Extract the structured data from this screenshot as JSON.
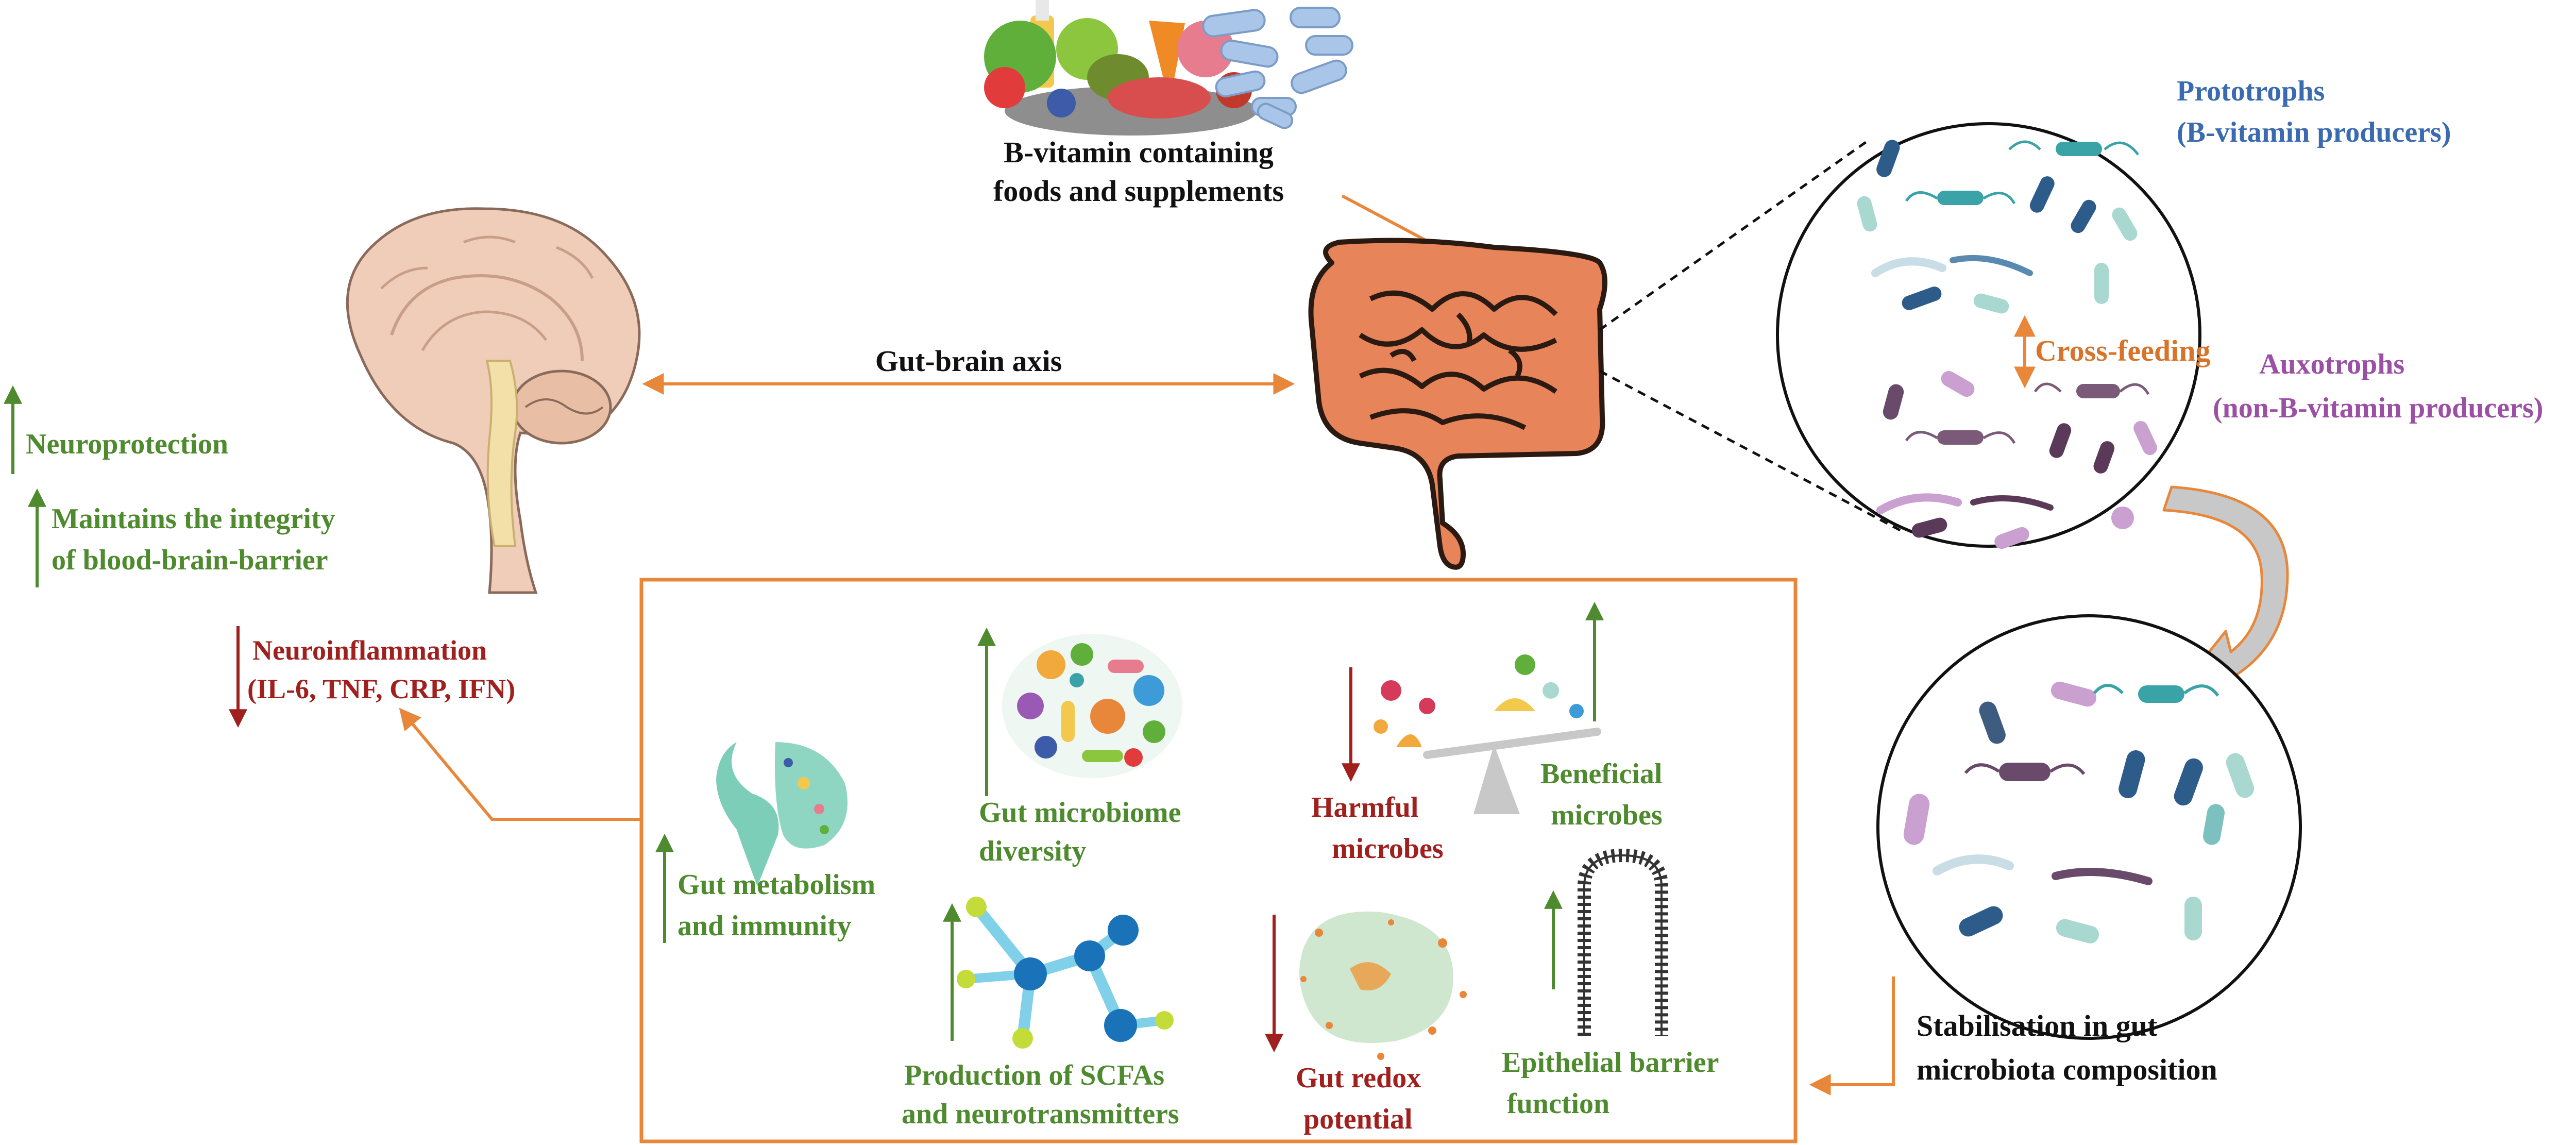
{
  "labels": {
    "food_caption_line1": "B-vitamin containing",
    "food_caption_line2": "foods and supplements",
    "gut_brain_axis": "Gut-brain axis",
    "prototrophs_line1": "Prototrophs",
    "prototrophs_line2": "(B-vitamin producers)",
    "cross_feeding": "Cross-feeding",
    "auxotrophs_line1": "Auxotrophs",
    "auxotrophs_line2": "(non-B-vitamin producers)",
    "neuroprotection": "Neuroprotection",
    "integrity_line1": "Maintains the integrity",
    "integrity_line2": "of blood-brain-barrier",
    "neuroinflammation_line1": "Neuroinflammation",
    "neuroinflammation_line2": "(IL-6, TNF, CRP, IFN)",
    "stabilisation_line1": "Stabilisation in gut",
    "stabilisation_line2": "microbiota composition"
  },
  "effects": {
    "gut_metabolism_line1": "Gut metabolism",
    "gut_metabolism_line2": "and immunity",
    "microbiome_line1": "Gut microbiome",
    "microbiome_line2": "diversity",
    "harmful_line1": "Harmful",
    "harmful_line2": "microbes",
    "beneficial_line1": "Beneficial",
    "beneficial_line2": "microbes",
    "scfa_line1": "Production of SCFAs",
    "scfa_line2": "and neurotransmitters",
    "redox_line1": "Gut redox",
    "redox_line2": "potential",
    "epithelial_line1": "Epithelial barrier",
    "epithelial_line2": "function"
  },
  "colors": {
    "orange_arrow": "#E8873A",
    "intestine": "#E8845A",
    "green": "#4E8A2E",
    "dark_red": "#A0201E",
    "blue_text": "#3A6AB0",
    "purple_text": "#9B4FA5",
    "orange_text": "#D8742A"
  }
}
